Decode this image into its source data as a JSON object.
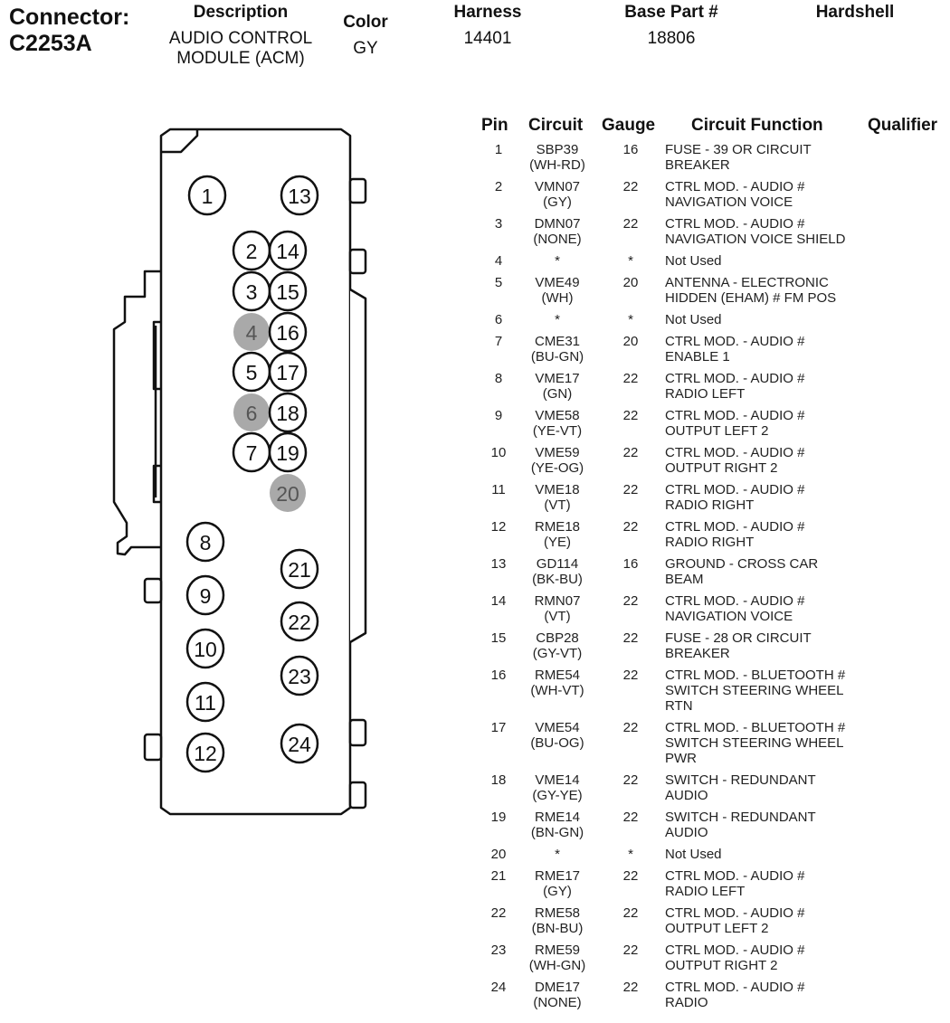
{
  "header": {
    "connector_label": "Connector:",
    "connector_id": "C2253A",
    "description_label": "Description",
    "description_line1": "AUDIO CONTROL",
    "description_line2": "MODULE (ACM)",
    "color_label": "Color",
    "color_value": "GY",
    "harness_label": "Harness",
    "harness_value": "14401",
    "base_part_label": "Base Part #",
    "base_part_value": "18806",
    "hardshell_label": "Hardshell"
  },
  "table": {
    "headers": {
      "pin": "Pin",
      "circuit": "Circuit",
      "gauge": "Gauge",
      "function": "Circuit Function",
      "qualifier": "Qualifier"
    },
    "rows": [
      {
        "pin": "1",
        "circuit": [
          "SBP39",
          "(WH-RD)"
        ],
        "gauge": "16",
        "function": [
          "FUSE - 39 OR CIRCUIT",
          "BREAKER"
        ]
      },
      {
        "pin": "2",
        "circuit": [
          "VMN07",
          "(GY)"
        ],
        "gauge": "22",
        "function": [
          "CTRL MOD. - AUDIO #",
          "NAVIGATION VOICE"
        ]
      },
      {
        "pin": "3",
        "circuit": [
          "DMN07",
          "(NONE)"
        ],
        "gauge": "22",
        "function": [
          "CTRL MOD. - AUDIO #",
          "NAVIGATION VOICE SHIELD"
        ]
      },
      {
        "pin": "4",
        "circuit": [
          "*"
        ],
        "gauge": "*",
        "function": [
          "Not Used"
        ]
      },
      {
        "pin": "5",
        "circuit": [
          "VME49",
          "(WH)"
        ],
        "gauge": "20",
        "function": [
          "ANTENNA - ELECTRONIC",
          "HIDDEN (EHAM) # FM POS"
        ]
      },
      {
        "pin": "6",
        "circuit": [
          "*"
        ],
        "gauge": "*",
        "function": [
          "Not Used"
        ]
      },
      {
        "pin": "7",
        "circuit": [
          "CME31",
          "(BU-GN)"
        ],
        "gauge": "20",
        "function": [
          "CTRL MOD. - AUDIO #",
          "ENABLE 1"
        ]
      },
      {
        "pin": "8",
        "circuit": [
          "VME17",
          "(GN)"
        ],
        "gauge": "22",
        "function": [
          "CTRL MOD. - AUDIO #",
          "RADIO LEFT"
        ]
      },
      {
        "pin": "9",
        "circuit": [
          "VME58",
          "(YE-VT)"
        ],
        "gauge": "22",
        "function": [
          "CTRL MOD. - AUDIO #",
          "OUTPUT LEFT 2"
        ]
      },
      {
        "pin": "10",
        "circuit": [
          "VME59",
          "(YE-OG)"
        ],
        "gauge": "22",
        "function": [
          "CTRL MOD. - AUDIO #",
          "OUTPUT RIGHT 2"
        ]
      },
      {
        "pin": "11",
        "circuit": [
          "VME18",
          "(VT)"
        ],
        "gauge": "22",
        "function": [
          "CTRL MOD. - AUDIO #",
          "RADIO RIGHT"
        ]
      },
      {
        "pin": "12",
        "circuit": [
          "RME18",
          "(YE)"
        ],
        "gauge": "22",
        "function": [
          "CTRL MOD. - AUDIO #",
          "RADIO RIGHT"
        ]
      },
      {
        "pin": "13",
        "circuit": [
          "GD114",
          "(BK-BU)"
        ],
        "gauge": "16",
        "function": [
          "GROUND - CROSS CAR",
          "BEAM"
        ]
      },
      {
        "pin": "14",
        "circuit": [
          "RMN07",
          "(VT)"
        ],
        "gauge": "22",
        "function": [
          "CTRL MOD. - AUDIO #",
          "NAVIGATION VOICE"
        ]
      },
      {
        "pin": "15",
        "circuit": [
          "CBP28",
          "(GY-VT)"
        ],
        "gauge": "22",
        "function": [
          "FUSE - 28 OR CIRCUIT",
          "BREAKER"
        ]
      },
      {
        "pin": "16",
        "circuit": [
          "RME54",
          "(WH-VT)"
        ],
        "gauge": "22",
        "function": [
          "CTRL MOD. - BLUETOOTH #",
          "SWITCH STEERING WHEEL",
          "RTN"
        ]
      },
      {
        "pin": "17",
        "circuit": [
          "VME54",
          "(BU-OG)"
        ],
        "gauge": "22",
        "function": [
          "CTRL MOD. - BLUETOOTH #",
          "SWITCH STEERING WHEEL",
          "PWR"
        ]
      },
      {
        "pin": "18",
        "circuit": [
          "VME14",
          "(GY-YE)"
        ],
        "gauge": "22",
        "function": [
          "SWITCH - REDUNDANT",
          "AUDIO"
        ]
      },
      {
        "pin": "19",
        "circuit": [
          "RME14",
          "(BN-GN)"
        ],
        "gauge": "22",
        "function": [
          "SWITCH - REDUNDANT",
          "AUDIO"
        ]
      },
      {
        "pin": "20",
        "circuit": [
          "*"
        ],
        "gauge": "*",
        "function": [
          "Not Used"
        ]
      },
      {
        "pin": "21",
        "circuit": [
          "RME17",
          "(GY)"
        ],
        "gauge": "22",
        "function": [
          "CTRL MOD. - AUDIO #",
          "RADIO LEFT"
        ]
      },
      {
        "pin": "22",
        "circuit": [
          "RME58",
          "(BN-BU)"
        ],
        "gauge": "22",
        "function": [
          "CTRL MOD. - AUDIO #",
          "OUTPUT LEFT 2"
        ]
      },
      {
        "pin": "23",
        "circuit": [
          "RME59",
          "(WH-GN)"
        ],
        "gauge": "22",
        "function": [
          "CTRL MOD. - AUDIO #",
          "OUTPUT RIGHT 2"
        ]
      },
      {
        "pin": "24",
        "circuit": [
          "DME17",
          "(NONE)"
        ],
        "gauge": "22",
        "function": [
          "CTRL MOD. - AUDIO #",
          "RADIO"
        ]
      }
    ]
  },
  "connector_face": {
    "pins": [
      {
        "label": "1",
        "used": true
      },
      {
        "label": "2",
        "used": true
      },
      {
        "label": "3",
        "used": true
      },
      {
        "label": "4",
        "used": false
      },
      {
        "label": "5",
        "used": true
      },
      {
        "label": "6",
        "used": false
      },
      {
        "label": "7",
        "used": true
      },
      {
        "label": "8",
        "used": true
      },
      {
        "label": "9",
        "used": true
      },
      {
        "label": "10",
        "used": true
      },
      {
        "label": "11",
        "used": true
      },
      {
        "label": "12",
        "used": true
      },
      {
        "label": "13",
        "used": true
      },
      {
        "label": "14",
        "used": true
      },
      {
        "label": "15",
        "used": true
      },
      {
        "label": "16",
        "used": true
      },
      {
        "label": "17",
        "used": true
      },
      {
        "label": "18",
        "used": true
      },
      {
        "label": "19",
        "used": true
      },
      {
        "label": "20",
        "used": false
      },
      {
        "label": "21",
        "used": true
      },
      {
        "label": "22",
        "used": true
      },
      {
        "label": "23",
        "used": true
      },
      {
        "label": "24",
        "used": true
      }
    ],
    "colors": {
      "outline": "#111111",
      "unused_fill": "#a9a9a9",
      "unused_text": "#555555",
      "used_fill": "#ffffff"
    }
  }
}
